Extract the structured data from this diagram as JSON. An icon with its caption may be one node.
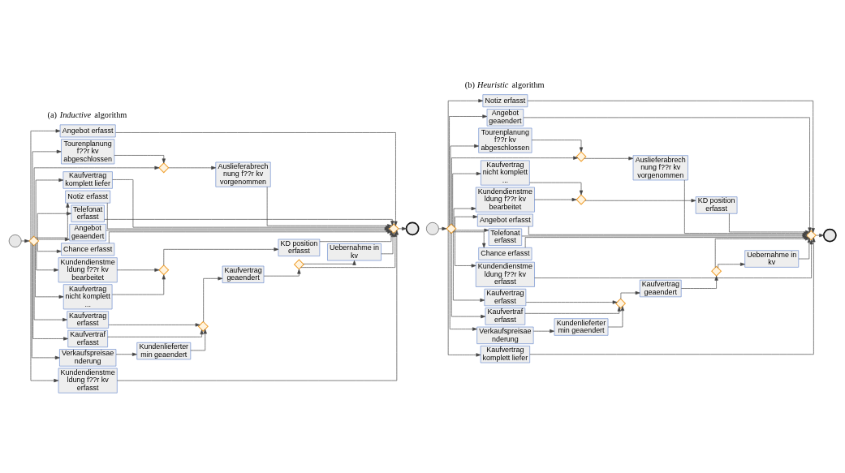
{
  "diagram": {
    "nodes": [
      {
        "text": [],
        "shape": "circle"
      },
      {
        "text": [],
        "shape": "diamond"
      },
      {
        "text": [
          "Angebot erfasst"
        ]
      },
      {
        "text": [
          "Tourenplanung f??r kv abgeschlossen"
        ]
      },
      {
        "text": [],
        "shape": "diamond"
      },
      {
        "text": [
          "Auslieferabrech nung f??r kv vorgenommen"
        ]
      },
      {
        "text": [
          "Kaufvertrag komplett liefer"
        ]
      },
      {
        "text": [
          "Notiz erfasst"
        ]
      },
      {
        "text": [
          "Telefonat erfasst"
        ]
      },
      {
        "text": [
          "Angebot geaendert"
        ]
      },
      {
        "text": [
          "Chance erfasst"
        ]
      },
      {
        "text": [
          "KD position erfasst"
        ]
      },
      {
        "text": [
          "Kundendienstme ldung f??r kv bearbeitet"
        ]
      },
      {
        "text": [
          "Kaufvertrag nicht komplett ..."
        ]
      },
      {
        "text": [],
        "shape": "diamond"
      },
      {
        "text": [
          "Kaufvertrag erfasst"
        ]
      },
      {
        "text": [
          "Kaufvertraf erfasst"
        ]
      },
      {
        "text": [],
        "shape": "diamond"
      },
      {
        "text": [
          "Kaufvertrag geaendert"
        ]
      },
      {
        "text": [],
        "shape": "diamond"
      },
      {
        "text": [
          "Uebernahme in kv"
        ]
      },
      {
        "text": [
          "Verkaufspreisae nderung"
        ]
      },
      {
        "text": [
          "Kundenlieferter min geaendert"
        ]
      },
      {
        "text": [
          "Kundendienstme ldung f??r kv erfasst"
        ]
      },
      {
        "text": [],
        "shape": "diamond"
      },
      {
        "text": [],
        "shape": "circle"
      },
      {
        "text": [],
        "shape": "circle"
      },
      {
        "text": [],
        "shape": "diamond"
      },
      {
        "text": [
          "Notiz erfasst"
        ]
      },
      {
        "text": [
          "Angebot geaendert"
        ]
      },
      {
        "text": [
          "Tourenplanung f??r kv abgeschlossen"
        ]
      },
      {
        "text": [],
        "shape": "diamond"
      },
      {
        "text": [
          "Auslieferabrech nung f??r kv vorgenommen"
        ]
      },
      {
        "text": [
          "Kaufvertrag nicht komplett ..."
        ]
      },
      {
        "text": [
          "Kundendienstme ldung f??r kv bearbeitet"
        ]
      },
      {
        "text": [],
        "shape": "diamond"
      },
      {
        "text": [
          "KD position erfasst"
        ]
      },
      {
        "text": [
          "Angebot erfasst"
        ]
      },
      {
        "text": [
          "Telefonat erfasst"
        ]
      },
      {
        "text": [
          "Chance erfasst"
        ]
      },
      {
        "text": [
          "Kundendienstme ldung f??r kv erfasst"
        ]
      },
      {
        "text": [
          "Kaufvertrag erfasst"
        ]
      },
      {
        "text": [
          "Kaufvertraf erfasst"
        ]
      },
      {
        "text": [],
        "shape": "diamond"
      },
      {
        "text": [
          "Kaufvertrag geaendert"
        ]
      },
      {
        "text": [],
        "shape": "diamond"
      },
      {
        "text": [
          "Uebernahme in kv"
        ]
      },
      {
        "text": [
          "Verkaufspreisae nderung"
        ]
      },
      {
        "text": [
          "Kundenlieferter min geaendert"
        ]
      },
      {
        "text": [
          "Kaufvertrag komplett liefer"
        ]
      },
      {
        "text": [],
        "shape": "diamond"
      },
      {
        "text": [],
        "shape": "circle"
      }
    ],
    "edges": [
      {
        "from": 0,
        "to": 1,
        "arrow": "to"
      },
      {
        "from": 1,
        "to": 2,
        "arrow": "to"
      },
      {
        "from": 1,
        "to": 4,
        "arrow": "to"
      },
      {
        "from": 1,
        "to": 3,
        "arrow": "to"
      },
      {
        "from": 1,
        "to": 6,
        "arrow": "to"
      },
      {
        "from": 1,
        "to": 7,
        "arrow": "to"
      },
      {
        "from": 1,
        "to": 8,
        "arrow": "to"
      },
      {
        "from": 1,
        "to": 9,
        "arrow": "to"
      },
      {
        "from": 1,
        "to": 10,
        "arrow": "to"
      },
      {
        "from": 1,
        "to": 12,
        "arrow": "to"
      },
      {
        "from": 1,
        "to": 13,
        "arrow": "to"
      },
      {
        "from": 1,
        "to": 15,
        "arrow": "to"
      },
      {
        "from": 1,
        "to": 16,
        "arrow": "to"
      },
      {
        "from": 1,
        "to": 21,
        "arrow": "to"
      },
      {
        "from": 1,
        "to": 23,
        "arrow": "to"
      },
      {
        "from": 3,
        "to": 4,
        "arrow": "to"
      },
      {
        "from": 4,
        "to": 5,
        "arrow": "to"
      },
      {
        "from": 12,
        "to": 14,
        "arrow": "to"
      },
      {
        "from": 13,
        "to": 14,
        "arrow": "to"
      },
      {
        "from": 14,
        "to": 11,
        "arrow": "to"
      },
      {
        "from": 15,
        "to": 17,
        "arrow": "to"
      },
      {
        "from": 16,
        "to": 17,
        "arrow": "to"
      },
      {
        "from": 21,
        "to": 22,
        "arrow": "to"
      },
      {
        "from": 22,
        "to": 17,
        "arrow": "to"
      },
      {
        "from": 17,
        "to": 18,
        "arrow": "to"
      },
      {
        "from": 18,
        "to": 19,
        "arrow": "to"
      },
      {
        "from": 19,
        "to": 20,
        "arrow": "to"
      },
      {
        "from": 2,
        "to": 24,
        "arrow": "to"
      },
      {
        "from": 5,
        "to": 24,
        "arrow": "to"
      },
      {
        "from": 6,
        "to": 24,
        "arrow": "to"
      },
      {
        "from": 7,
        "to": 24,
        "arrow": "to"
      },
      {
        "from": 8,
        "to": 24,
        "arrow": "to"
      },
      {
        "from": 9,
        "to": 24,
        "arrow": "to"
      },
      {
        "from": 10,
        "to": 24,
        "arrow": "to"
      },
      {
        "from": 11,
        "to": 24,
        "arrow": "to"
      },
      {
        "from": 19,
        "to": 24,
        "arrow": "to"
      },
      {
        "from": 20,
        "to": 24,
        "arrow": "to"
      },
      {
        "from": 23,
        "to": 24,
        "arrow": "to"
      },
      {
        "from": 24,
        "to": 25,
        "arrow": "to"
      },
      {
        "from": 26,
        "to": 27,
        "arrow": "to"
      },
      {
        "from": 27,
        "to": 28,
        "arrow": "to"
      },
      {
        "from": 27,
        "to": 29,
        "arrow": "to"
      },
      {
        "from": 27,
        "to": 31,
        "arrow": "to"
      },
      {
        "from": 27,
        "to": 30,
        "arrow": "to"
      },
      {
        "from": 27,
        "to": 33,
        "arrow": "to"
      },
      {
        "from": 27,
        "to": 34,
        "arrow": "to"
      },
      {
        "from": 27,
        "to": 37,
        "arrow": "to"
      },
      {
        "from": 27,
        "to": 38,
        "arrow": "to"
      },
      {
        "from": 27,
        "to": 39,
        "arrow": "to"
      },
      {
        "from": 27,
        "to": 40,
        "arrow": "to"
      },
      {
        "from": 27,
        "to": 41,
        "arrow": "to"
      },
      {
        "from": 27,
        "to": 42,
        "arrow": "to"
      },
      {
        "from": 27,
        "to": 47,
        "arrow": "to"
      },
      {
        "from": 27,
        "to": 49,
        "arrow": "to"
      },
      {
        "from": 30,
        "to": 31,
        "arrow": "to"
      },
      {
        "from": 31,
        "to": 32,
        "arrow": "to"
      },
      {
        "from": 33,
        "to": 35,
        "arrow": "to"
      },
      {
        "from": 34,
        "to": 35,
        "arrow": "to"
      },
      {
        "from": 35,
        "to": 36,
        "arrow": "to"
      },
      {
        "from": 41,
        "to": 43,
        "arrow": "to"
      },
      {
        "from": 42,
        "to": 43,
        "arrow": "to"
      },
      {
        "from": 47,
        "to": 48,
        "arrow": "to"
      },
      {
        "from": 48,
        "to": 43,
        "arrow": "to"
      },
      {
        "from": 43,
        "to": 44,
        "arrow": "to"
      },
      {
        "from": 44,
        "to": 45,
        "arrow": "to"
      },
      {
        "from": 45,
        "to": 46,
        "arrow": "to"
      },
      {
        "from": 28,
        "to": 50,
        "arrow": "to"
      },
      {
        "from": 29,
        "to": 50,
        "arrow": "to"
      },
      {
        "from": 32,
        "to": 50,
        "arrow": "to"
      },
      {
        "from": 36,
        "to": 50,
        "arrow": "to"
      },
      {
        "from": 37,
        "to": 50,
        "arrow": "to"
      },
      {
        "from": 38,
        "to": 50,
        "arrow": "to"
      },
      {
        "from": 39,
        "to": 50,
        "arrow": "to"
      },
      {
        "from": 40,
        "to": 50,
        "arrow": "to"
      },
      {
        "from": 45,
        "to": 50,
        "arrow": "to"
      },
      {
        "from": 46,
        "to": 50,
        "arrow": "to"
      },
      {
        "from": 49,
        "to": 50,
        "arrow": "to"
      },
      {
        "from": 50,
        "to": 51,
        "arrow": "to"
      }
    ],
    "labels": [
      "(a) *Inductive* algorithm",
      "(b) *Heuristic* algorithm"
    ]
  }
}
